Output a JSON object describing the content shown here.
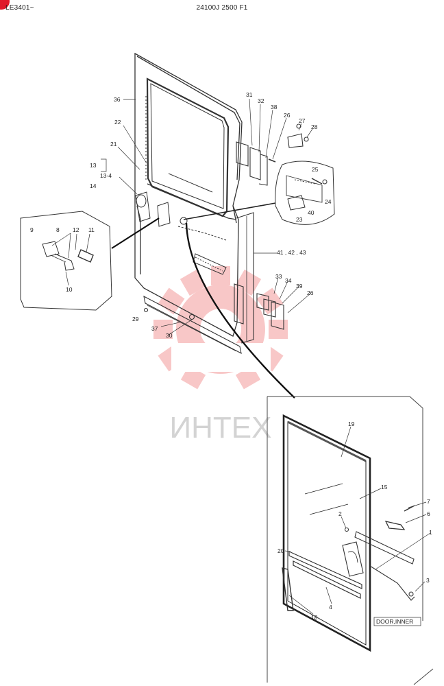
{
  "header": {
    "left_code": "LE3401~",
    "center_code": "24100J 2500 F1"
  },
  "watermark": {
    "text": "ИНТЕХ",
    "color": "#f39a9a"
  },
  "accent_color": "#e0192a",
  "callouts": {
    "c36": "36",
    "c22": "22",
    "c21": "21",
    "c13": "13",
    "c13_4": "13-4",
    "c14": "14",
    "c31": "31",
    "c32": "32",
    "c38": "38",
    "c26a": "26",
    "c27": "27",
    "c28": "28",
    "c25": "25",
    "c24": "24",
    "c23": "23",
    "c40": "40",
    "c41": "41 , 42 , 43",
    "c9": "9",
    "c8": "8",
    "c12": "12",
    "c11": "11",
    "c10": "10",
    "c33": "33",
    "c34": "34",
    "c39": "39",
    "c26b": "26",
    "c29": "29",
    "c37": "37",
    "c30": "30",
    "c19": "19",
    "c15": "15",
    "c7": "7",
    "c6": "6",
    "c2": "2",
    "c1": "1",
    "c20": "20",
    "c3": "3",
    "c18": "18",
    "c4": "4"
  },
  "door_inner_label": "DOOR,INNER"
}
